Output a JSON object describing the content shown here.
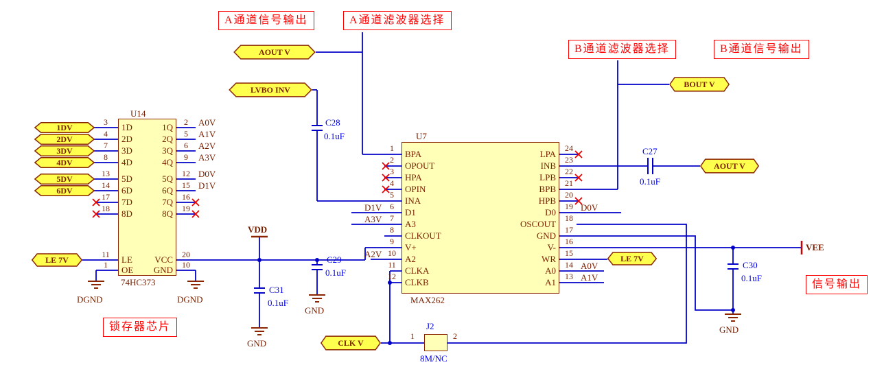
{
  "annotations": {
    "a_signal_out": "A通道信号输出",
    "a_filter_select": "A通道滤波器选择",
    "b_filter_select": "B通道滤波器选择",
    "b_signal_out": "B通道信号输出",
    "signal_out": "信号输出",
    "latch_chip": "锁存器芯片"
  },
  "u14": {
    "ref": "U14",
    "part": "74HC373",
    "left_pins": [
      {
        "n": "3",
        "name": "1D"
      },
      {
        "n": "4",
        "name": "2D"
      },
      {
        "n": "7",
        "name": "3D"
      },
      {
        "n": "8",
        "name": "4D"
      },
      {
        "n": "13",
        "name": "5D"
      },
      {
        "n": "14",
        "name": "6D"
      },
      {
        "n": "17",
        "name": "7D"
      },
      {
        "n": "18",
        "name": "8D"
      },
      {
        "n": "11",
        "name": "LE"
      },
      {
        "n": "1",
        "name": "OE"
      }
    ],
    "right_pins": [
      {
        "n": "2",
        "name": "1Q"
      },
      {
        "n": "5",
        "name": "2Q"
      },
      {
        "n": "6",
        "name": "3Q"
      },
      {
        "n": "9",
        "name": "4Q"
      },
      {
        "n": "12",
        "name": "5Q"
      },
      {
        "n": "15",
        "name": "6Q"
      },
      {
        "n": "16",
        "name": "7Q"
      },
      {
        "n": "19",
        "name": "8Q"
      },
      {
        "n": "20",
        "name": "VCC"
      },
      {
        "n": "10",
        "name": "GND"
      }
    ],
    "input_flags": [
      "1DV",
      "2DV",
      "3DV",
      "4DV",
      "5DV",
      "6DV"
    ],
    "le_flag": "LE 7V",
    "output_labels": [
      "A0V",
      "A1V",
      "A2V",
      "A3V",
      "D0V",
      "D1V"
    ]
  },
  "u7": {
    "ref": "U7",
    "part": "MAX262",
    "left_pins": [
      {
        "n": "1",
        "name": "BPA"
      },
      {
        "n": "2",
        "name": "OPOUT"
      },
      {
        "n": "3",
        "name": "HPA"
      },
      {
        "n": "4",
        "name": "OPIN"
      },
      {
        "n": "5",
        "name": "INA"
      },
      {
        "n": "6",
        "name": "D1"
      },
      {
        "n": "7",
        "name": "A3"
      },
      {
        "n": "8",
        "name": "CLKOUT"
      },
      {
        "n": "9",
        "name": "V+"
      },
      {
        "n": "10",
        "name": "A2"
      },
      {
        "n": "11",
        "name": "CLKA"
      },
      {
        "n": "12",
        "name": "CLKB"
      }
    ],
    "right_pins": [
      {
        "n": "24",
        "name": "LPA"
      },
      {
        "n": "23",
        "name": "INB"
      },
      {
        "n": "22",
        "name": "LPB"
      },
      {
        "n": "21",
        "name": "BPB"
      },
      {
        "n": "20",
        "name": "HPB"
      },
      {
        "n": "19",
        "name": "D0"
      },
      {
        "n": "18",
        "name": "OSCOUT"
      },
      {
        "n": "17",
        "name": "GND"
      },
      {
        "n": "16",
        "name": "V-"
      },
      {
        "n": "15",
        "name": "WR"
      },
      {
        "n": "14",
        "name": "A0"
      },
      {
        "n": "13",
        "name": "A1"
      }
    ],
    "left_labels": [
      "D1V",
      "A3V",
      "A2V"
    ],
    "right_labels": [
      "D0V",
      "A0V",
      "A1V"
    ],
    "wr_flag": "LE 7V"
  },
  "capacitors": {
    "c27": {
      "ref": "C27",
      "value": "0.1uF"
    },
    "c28": {
      "ref": "C28",
      "value": "0.1uF"
    },
    "c29": {
      "ref": "C29",
      "value": "0.1uF"
    },
    "c30": {
      "ref": "C30",
      "value": "0.1uF"
    },
    "c31": {
      "ref": "C31",
      "value": "0.1uF"
    }
  },
  "crystal": {
    "ref": "J2",
    "value": "8M/NC",
    "pin1": "1",
    "pin2": "2"
  },
  "flags": {
    "aout_top": "AOUT V",
    "lvbo_inv": "LVBO INV",
    "bout": "BOUT V",
    "aout_right": "AOUT V",
    "clk": "CLK V"
  },
  "power": {
    "vdd": "VDD",
    "vee": "VEE",
    "gnd": "GND",
    "dgnd": "DGND"
  },
  "colors": {
    "wire": "#0000C8",
    "component_text": "#0000EE",
    "schematic_text": "#7A2000",
    "annotation_red": "#FF0000",
    "chip_fill": "#FFFFB8",
    "flag_fill": "#FFFF4D"
  }
}
